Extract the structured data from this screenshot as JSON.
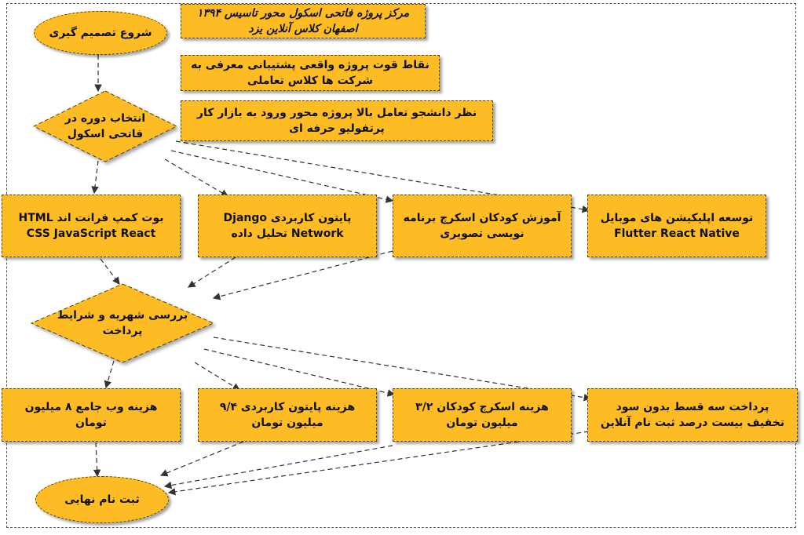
{
  "nodes": {
    "start": "شروع تصمیم گیری",
    "note1": "مرکز پروژه فاتحی اسکول محور تاسیس ۱۳۹۴ اصفهان کلاس آنلاین یزد",
    "note2": "نقاط قوت پروژه واقعی پشتیبانی معرفی به شرکت ها کلاس تعاملی",
    "note3": "نظر دانشجو تعامل بالا پروژه محور ورود به بازار کار پرتفولیو حرفه ای",
    "decision1": "انتخاب دوره در فاتحی اسکول",
    "course_front": "بوت کمپ فرانت اند HTML CSS JavaScript React",
    "course_python": "پایتون کاربردی Django Network تحلیل داده",
    "course_kids": "آموزش کودکان اسکرچ برنامه نویسی تصویری",
    "course_mobile": "توسعه اپلیکیشن های موبایل Flutter React Native",
    "decision2": "بررسی شهریه و شرایط پرداخت",
    "fee_web": "هزینه وب جامع ۸ میلیون تومان",
    "fee_python": "هزینه پایتون کاربردی ۹/۴ میلیون تومان",
    "fee_kids": "هزینه اسکرچ کودکان ۳/۲ میلیون تومان",
    "fee_install": "پرداخت سه قسط بدون سود تخفیف بیست درصد ثبت نام آنلاین",
    "end": "ثبت نام نهایی"
  },
  "colors": {
    "fill": "#fdbb24",
    "border": "#5a4500",
    "edge": "#333333"
  }
}
